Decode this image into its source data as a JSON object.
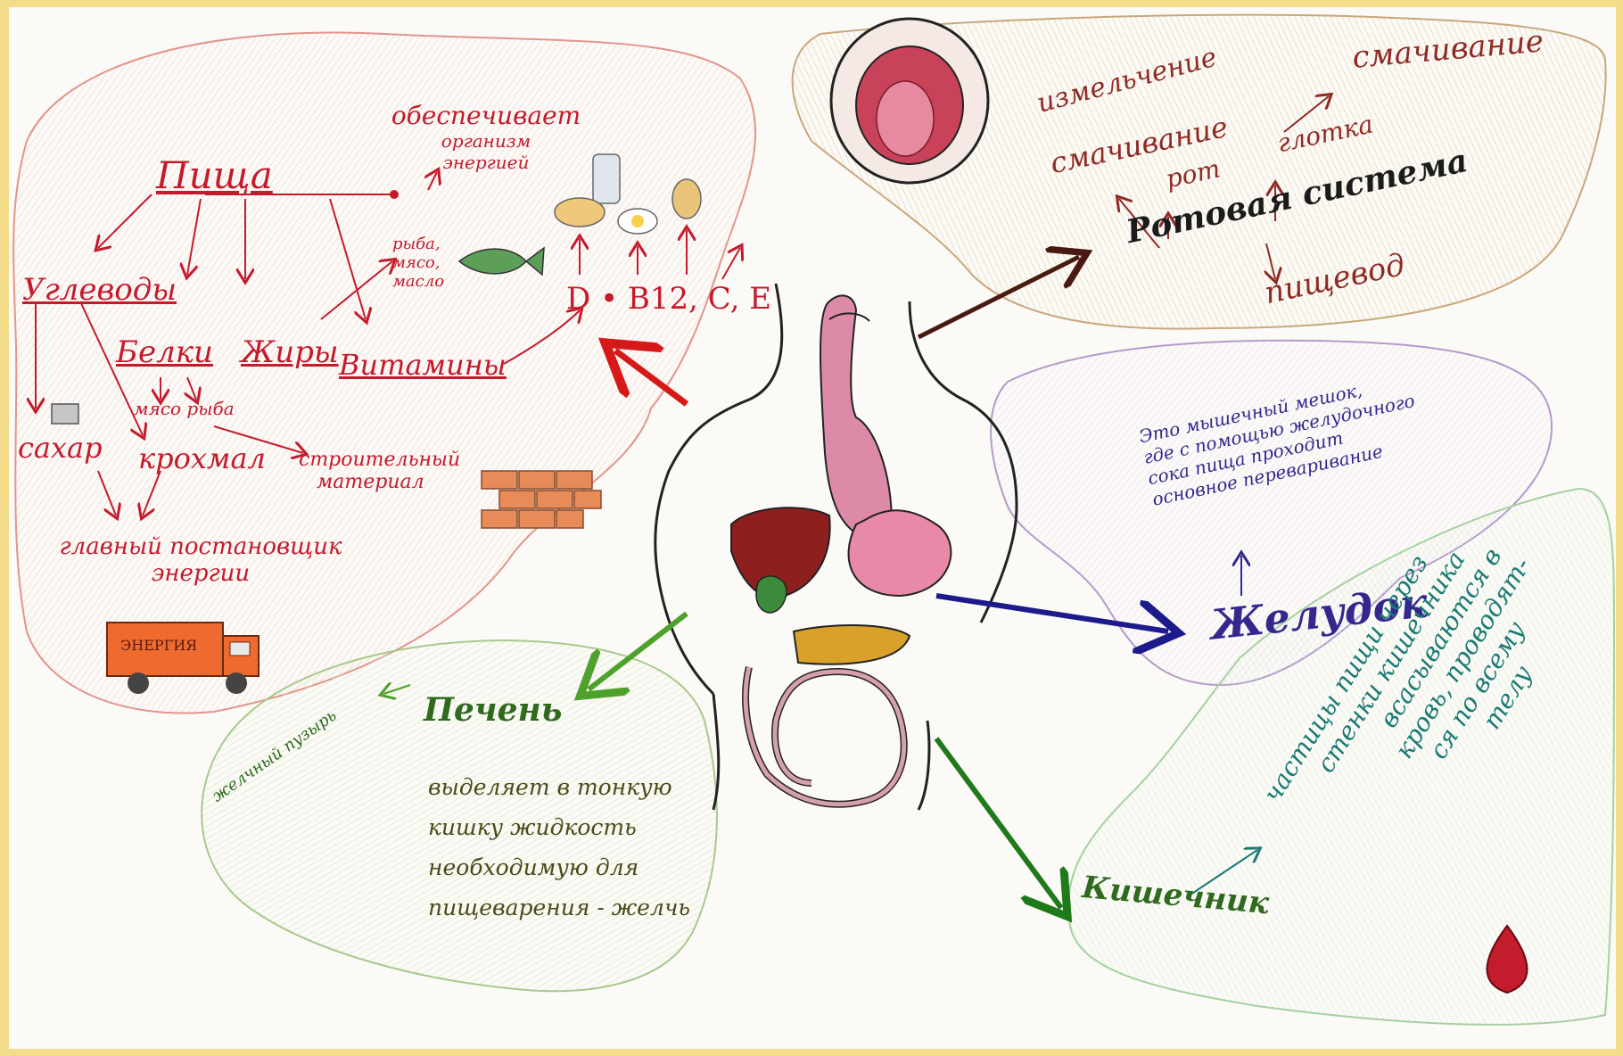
{
  "food": {
    "title": "Пища",
    "provides": [
      "обеспечивает",
      "организм",
      "энергией"
    ],
    "carbs": "Углеводы",
    "proteins": "Белки",
    "fats": "Жиры",
    "vitamins": "Витамины",
    "fats_sources": [
      "рыба,",
      "мясо,",
      "масло"
    ],
    "vitamin_list": "D • B12, C, E",
    "protein_sources": "мясо рыба",
    "sugar": "сахар",
    "starch": "крохмал",
    "building": [
      "строительный",
      "материал"
    ],
    "main_supplier": [
      "главный постановщик",
      "энергии"
    ],
    "truck_label": "ЭНЕРГИЯ"
  },
  "mouth": {
    "title": "Ротовая система",
    "grinding": "измельчение",
    "moistening_1": "смачивание",
    "moistening_2": "смачивание",
    "mouth": "рот",
    "pharynx": "глотка",
    "esophagus": "пищевод"
  },
  "stomach": {
    "title": "Желудок",
    "description": [
      "Это мышечный мешок,",
      "где с помощью желудочного",
      "сока пища проходит",
      "основное переваривание"
    ]
  },
  "liver": {
    "title": "Печень",
    "bile_bubble": "желчный пузырь",
    "description": [
      "выделяет в тонкую",
      "кишку жидкость",
      "необходимую для",
      "пищеварения - желчь"
    ]
  },
  "intestine": {
    "title": "Кишечник",
    "description": [
      "частицы пищи через",
      "стенки кишечника",
      "всасываются в",
      "кровь, проводят-",
      "ся по всему",
      "телу"
    ]
  },
  "colors": {
    "food": "#c41a2c",
    "mouth": "#8e2a25",
    "stomach": "#34288e",
    "liver": "#2f6a1e",
    "intestine": "#1a7a73"
  }
}
